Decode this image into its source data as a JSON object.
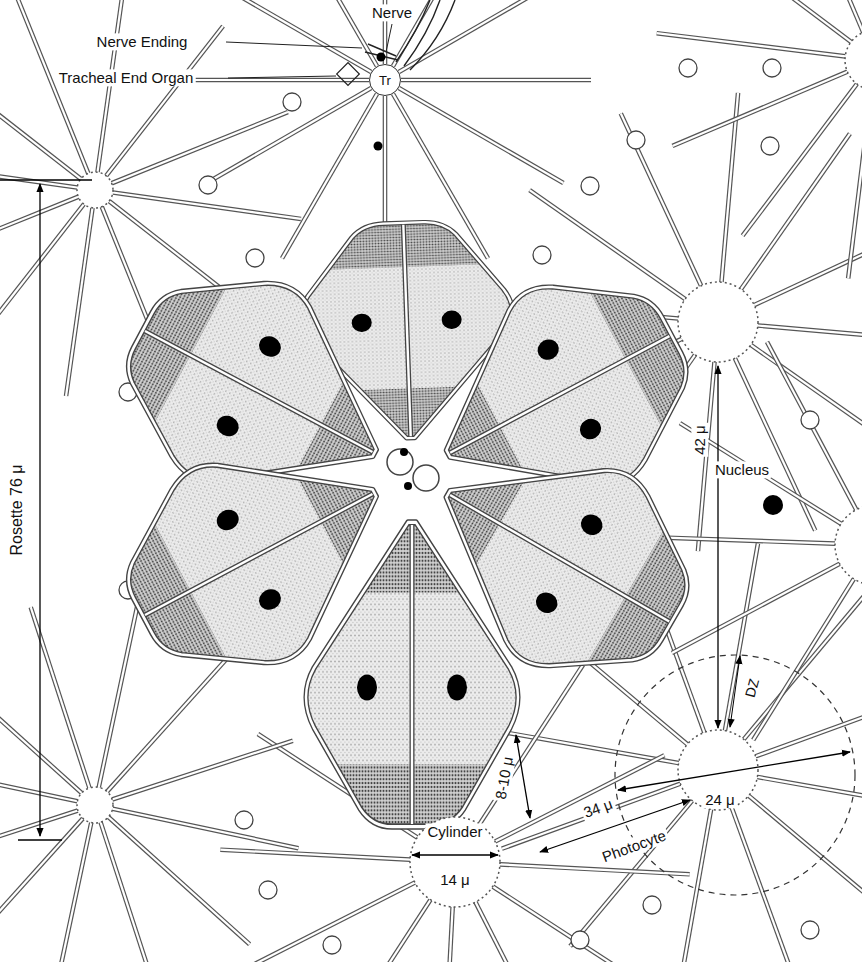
{
  "diagram": {
    "nodes": [
      {
        "text": [
          "Tr"
        ]
      }
    ],
    "labels": [
      "Nerve",
      "Nerve Ending",
      "Tracheal End Organ",
      "Rosette 76 μ",
      "42 μ",
      "Nucleus",
      "DZ",
      "24 μ",
      "8-10 μ",
      "34 μ",
      "Photocyte",
      "Cylinder",
      "14 μ"
    ]
  }
}
